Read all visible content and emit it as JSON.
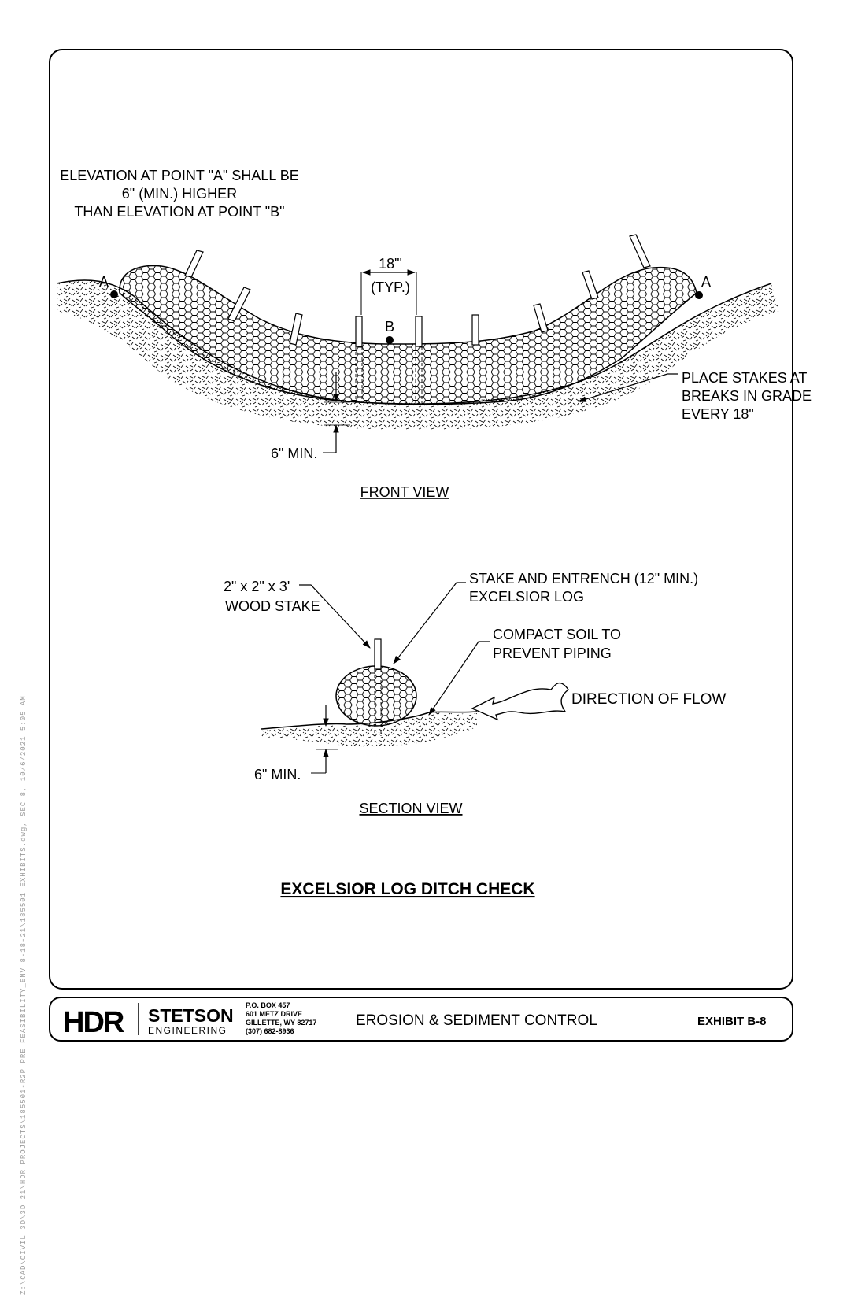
{
  "file_path_text": "Z:\\CAD\\CIVIL 3D\\3D 21\\HDR PROJECTS\\185501-R2P PRE FEASIBILITY_ENV 8-18-21\\185501 EXHIBITS.dwg, SEC 8, 10/6/2021 5:05 AM",
  "notes": {
    "elevation_note": [
      "ELEVATION AT  POINT \"A\" SHALL BE",
      "6\"  (MIN.) HIGHER",
      "THAN ELEVATION AT POINT \"B\""
    ],
    "point_a_left": "A",
    "point_a_right": "A",
    "point_b": "B",
    "spacing_dim": "18\"'",
    "spacing_typ": "(TYP.)",
    "place_stakes": [
      "PLACE STAKES AT",
      "BREAKS IN GRADE",
      "EVERY 18\""
    ],
    "front_min": "6\"  MIN.",
    "front_view_title": "FRONT  VIEW",
    "wood_stake": [
      "2\" x 2\" x 3'",
      "WOOD STAKE"
    ],
    "stake_entrench": [
      "STAKE AND ENTRENCH (12\"  MIN.)",
      "EXCELSIOR LOG"
    ],
    "compact_soil": [
      "COMPACT SOIL TO",
      "PREVENT PIPING"
    ],
    "direction_of_flow": "DIRECTION  OF  FLOW",
    "section_min": "6\"  MIN.",
    "section_view_title": "SECTION  VIEW",
    "main_title": "EXCELSIOR  LOG  DITCH  CHECK"
  },
  "title_block": {
    "logo_hdr": "HDR",
    "logo_stetson": "STETSON",
    "logo_engineering": "ENGINEERING",
    "address": [
      "P.O. BOX 457",
      "601 METZ DRIVE",
      "GILLETTE, WY  82717",
      "(307) 682-8936"
    ],
    "sheet_title": "EROSION & SEDIMENT CONTROL",
    "exhibit": "EXHIBIT B-8"
  }
}
